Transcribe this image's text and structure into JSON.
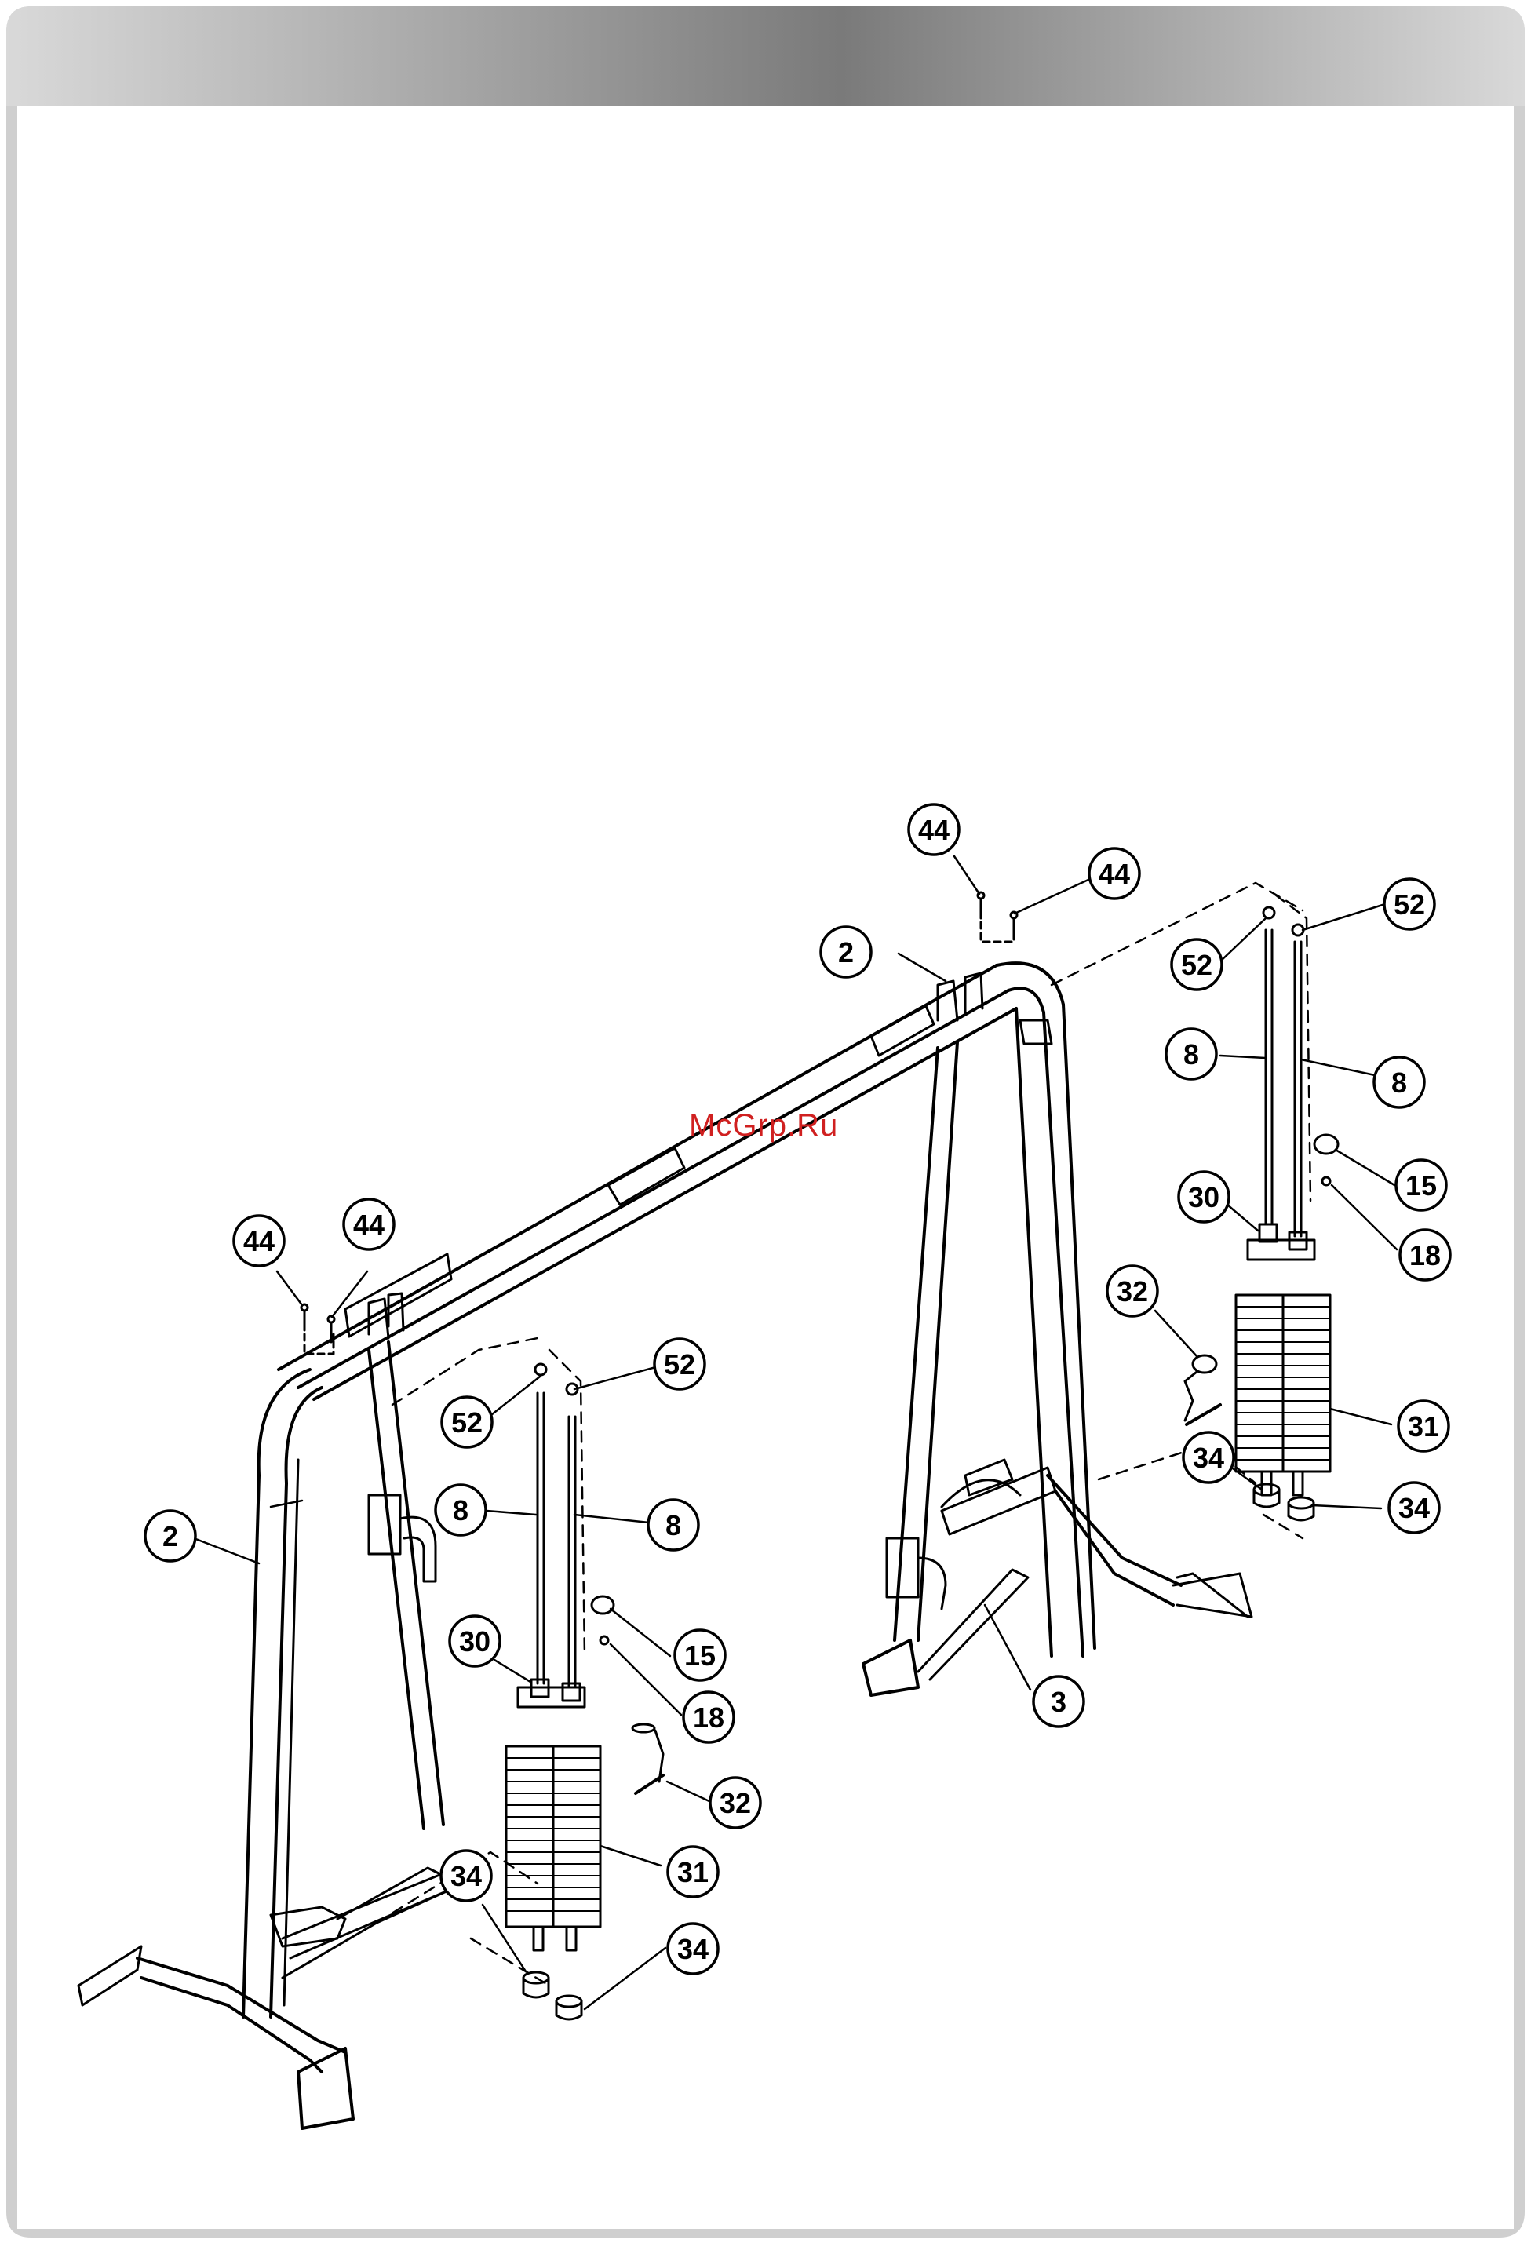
{
  "watermark": "McGrp.Ru",
  "colors": {
    "frame": "#cfcfcf",
    "header_dark": "#7a7a7a",
    "ink": "#000000",
    "watermark": "#d02020"
  },
  "callouts": [
    {
      "id": "c44a",
      "label": "44"
    },
    {
      "id": "c44b",
      "label": "44"
    },
    {
      "id": "c52a",
      "label": "52"
    },
    {
      "id": "c52b",
      "label": "52"
    },
    {
      "id": "c2a",
      "label": "2"
    },
    {
      "id": "c8a",
      "label": "8"
    },
    {
      "id": "c8b",
      "label": "8"
    },
    {
      "id": "c30a",
      "label": "30"
    },
    {
      "id": "c15a",
      "label": "15"
    },
    {
      "id": "c18a",
      "label": "18"
    },
    {
      "id": "c32a",
      "label": "32"
    },
    {
      "id": "c31a",
      "label": "31"
    },
    {
      "id": "c34a",
      "label": "34"
    },
    {
      "id": "c34b",
      "label": "34"
    },
    {
      "id": "c44c",
      "label": "44"
    },
    {
      "id": "c44d",
      "label": "44"
    },
    {
      "id": "c52c",
      "label": "52"
    },
    {
      "id": "c52d",
      "label": "52"
    },
    {
      "id": "c2b",
      "label": "2"
    },
    {
      "id": "c8c",
      "label": "8"
    },
    {
      "id": "c8d",
      "label": "8"
    },
    {
      "id": "c30b",
      "label": "30"
    },
    {
      "id": "c15b",
      "label": "15"
    },
    {
      "id": "c18b",
      "label": "18"
    },
    {
      "id": "c32b",
      "label": "32"
    },
    {
      "id": "c31b",
      "label": "31"
    },
    {
      "id": "c34c",
      "label": "34"
    },
    {
      "id": "c34d",
      "label": "34"
    },
    {
      "id": "c3",
      "label": "3"
    }
  ]
}
